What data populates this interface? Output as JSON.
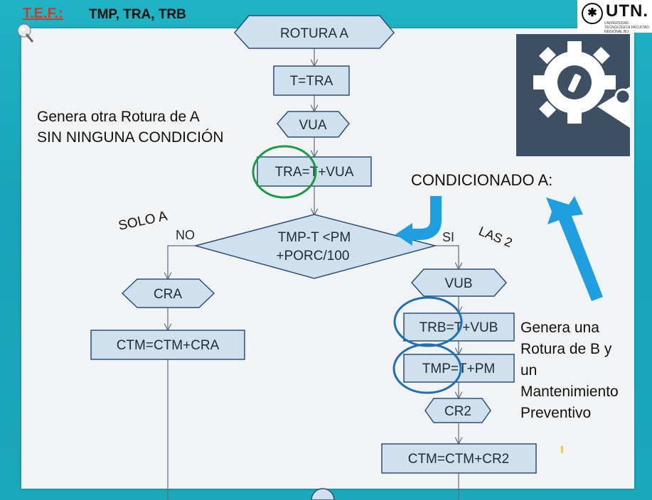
{
  "header": {
    "prefix": "T.E.F.:",
    "title": "TMP, TRA, TRB"
  },
  "logo": {
    "mark": "✱",
    "name": "UTN.",
    "subtitle": "UNIVERSIDAD TECNOLÓGICA FACULTAD REGIONAL BU"
  },
  "flowchart": {
    "nodes": {
      "rotura": "ROTURA  A",
      "t_tra": "T=TRA",
      "vua": "VUA",
      "tra_calc": "TRA=T+VUA",
      "decision_line1": "TMP-T <PM",
      "decision_line2": "+PORC/100",
      "cra": "CRA",
      "ctm_cra": "CTM=CTM+CRA",
      "vub": "VUB",
      "trb_calc": "TRB=T+VUB",
      "tmp_calc": "TMP=T+PM",
      "cr2": "CR2",
      "ctm_cr2": "CTM=CTM+CR2"
    },
    "branch_labels": {
      "no": "NO",
      "si": "SI"
    }
  },
  "annotations": {
    "note_a_line1": "Genera otra Rotura de A",
    "note_a_line2": "SIN NINGUNA CONDICIÓN",
    "condicionado": "CONDICIONADO A:",
    "solo_a": "SOLO A",
    "las_2": "LAS 2",
    "note_b_line1": "Genera una",
    "note_b_line2": "Rotura de B y",
    "note_b_line3": "un",
    "note_b_line4": "Mantenimiento",
    "note_b_line5": "Preventivo"
  },
  "colors": {
    "node_fill": "#cfe0ee",
    "node_stroke": "#2c4f73",
    "green_circle": "#1a9a4a",
    "blue_circle": "#1d6fb8",
    "arrow_blue": "#1ea0e0",
    "gear_panel": "#3c4f63"
  }
}
